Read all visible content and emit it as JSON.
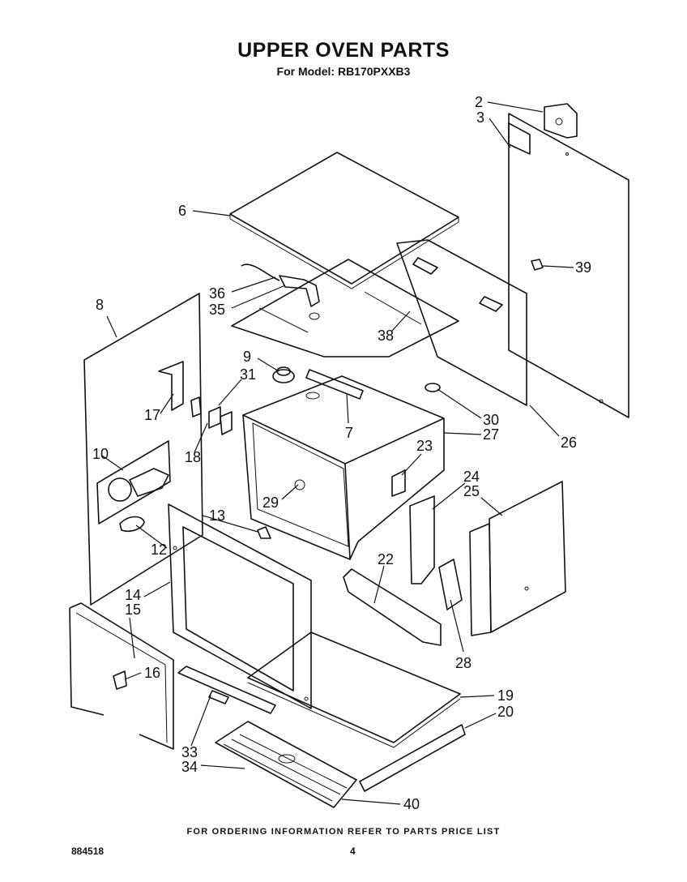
{
  "header": {
    "title": "UPPER OVEN PARTS",
    "subtitle": "For Model: RB170PXXB3"
  },
  "footer": {
    "ordering_note": "FOR ORDERING INFORMATION REFER TO PARTS PRICE LIST",
    "document_number": "884518",
    "page_number": "4"
  },
  "callouts": [
    "2",
    "3",
    "6",
    "39",
    "36",
    "35",
    "8",
    "38",
    "9",
    "31",
    "17",
    "7",
    "30",
    "27",
    "26",
    "18",
    "10",
    "23",
    "24",
    "25",
    "29",
    "13",
    "12",
    "22",
    "14",
    "15",
    "28",
    "16",
    "19",
    "20",
    "33",
    "34",
    "40"
  ]
}
